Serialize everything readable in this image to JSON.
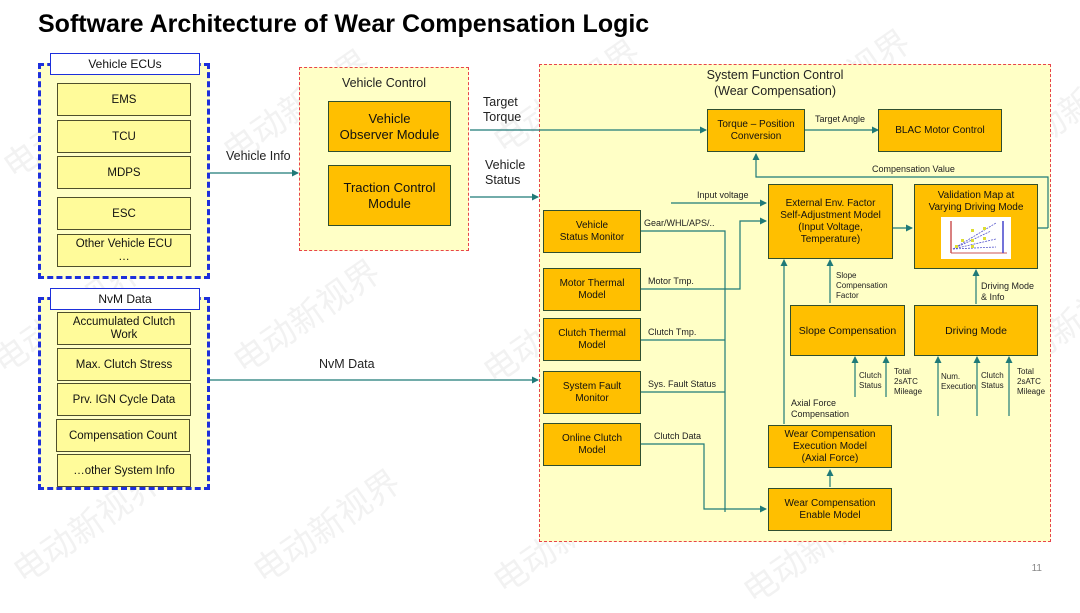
{
  "title": "Software Architecture of Wear Compensation Logic",
  "page_number": "11",
  "watermark_text": "电动新视界",
  "vehicle_ecus": {
    "label": "Vehicle ECUs",
    "items": [
      "EMS",
      "TCU",
      "MDPS",
      "ESC",
      "Other Vehicle ECU\n…"
    ]
  },
  "nvm_data": {
    "label": "NvM Data",
    "items": [
      "Accumulated Clutch\nWork",
      "Max. Clutch Stress",
      "Prv. IGN Cycle Data",
      "Compensation Count",
      "…other System Info"
    ]
  },
  "vehicle_control": {
    "label": "Vehicle Control",
    "modules": [
      "Vehicle\nObserver Module",
      "Traction Control\nModule"
    ]
  },
  "system_function_control": {
    "label": "System Function Control\n(Wear Compensation)",
    "blocks": {
      "torque_position": "Torque – Position\nConversion",
      "blac_motor": "BLAC Motor Control",
      "vehicle_status_monitor": "Vehicle\nStatus Monitor",
      "motor_thermal": "Motor Thermal\nModel",
      "clutch_thermal": "Clutch Thermal\nModel",
      "system_fault": "System Fault\nMonitor",
      "online_clutch": "Online Clutch\nModel",
      "external_env": "External Env. Factor\nSelf-Adjustment Model\n(Input Voltage,\nTemperature)",
      "validation_map": "Validation Map at\nVarying Driving Mode",
      "slope_comp": "Slope Compensation",
      "driving_mode": "Driving Mode",
      "wear_exec": "Wear Compensation\nExecution Model\n(Axial Force)",
      "wear_enable": "Wear Compensation\nEnable Model"
    }
  },
  "signals": {
    "vehicle_info": "Vehicle Info",
    "target_torque": "Target\nTorque",
    "vehicle_status": "Vehicle\nStatus",
    "nvm_data": "NvM Data",
    "target_angle": "Target Angle",
    "compensation_value": "Compensation Value",
    "input_voltage": "Input voltage",
    "gear_whl_aps": "Gear/WHL/APS/..",
    "motor_tmp": "Motor Tmp.",
    "clutch_tmp": "Clutch Tmp.",
    "sys_fault_status": "Sys. Fault Status",
    "clutch_data": "Clutch Data",
    "slope_comp_factor": "Slope\nCompensation\nFactor",
    "driving_mode_info": "Driving Mode\n& Info",
    "clutch_status_1": "Clutch\nStatus",
    "total_mileage_1": "Total\n2sATC\nMileage",
    "num_execution": "Num.\nExecution",
    "clutch_status_2": "Clutch\nStatus",
    "total_mileage_2": "Total\n2sATC\nMileage",
    "axial_force_comp": "Axial Force\nCompensation"
  },
  "colors": {
    "group_fill": "#ffffc6",
    "block_fill": "#ffbf00",
    "ecu_fill": "#fffb9a",
    "wire": "#1f7a78",
    "blue_border": "#1d2fdc",
    "red_border": "#e8434b"
  }
}
